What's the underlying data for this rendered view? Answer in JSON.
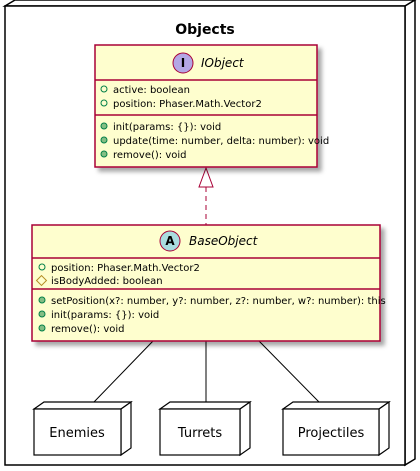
{
  "package": {
    "name": "Objects"
  },
  "interface": {
    "stereotype_letter": "I",
    "name": "IObject",
    "fields": [
      {
        "visibility": "public",
        "text": "active: boolean"
      },
      {
        "visibility": "public",
        "text": "position: Phaser.Math.Vector2"
      }
    ],
    "methods": [
      {
        "visibility": "public",
        "text": "init(params: {}): void"
      },
      {
        "visibility": "public",
        "text": "update(time: number, delta: number): void"
      },
      {
        "visibility": "public",
        "text": "remove(): void"
      }
    ]
  },
  "abstract_class": {
    "stereotype_letter": "A",
    "name": "BaseObject",
    "fields": [
      {
        "visibility": "public",
        "text": "position: Phaser.Math.Vector2"
      },
      {
        "visibility": "protected",
        "text": "isBodyAdded: boolean"
      }
    ],
    "methods": [
      {
        "visibility": "public",
        "text": "setPosition(x?: number, y?: number, z?: number, w?: number): this"
      },
      {
        "visibility": "public",
        "text": "init(params: {}): void"
      },
      {
        "visibility": "public",
        "text": "remove(): void"
      }
    ]
  },
  "nodes": [
    {
      "label": "Enemies"
    },
    {
      "label": "Turrets"
    },
    {
      "label": "Projectiles"
    }
  ],
  "colors": {
    "class_fill": "#FEFECE",
    "class_border": "#A80036",
    "interface_badge": "#B4A7E5",
    "abstract_badge": "#A9DCDF",
    "public_marker": "#84BE84",
    "protected_marker": "#FFFF44",
    "protected_marker_stroke": "#B38D22"
  }
}
